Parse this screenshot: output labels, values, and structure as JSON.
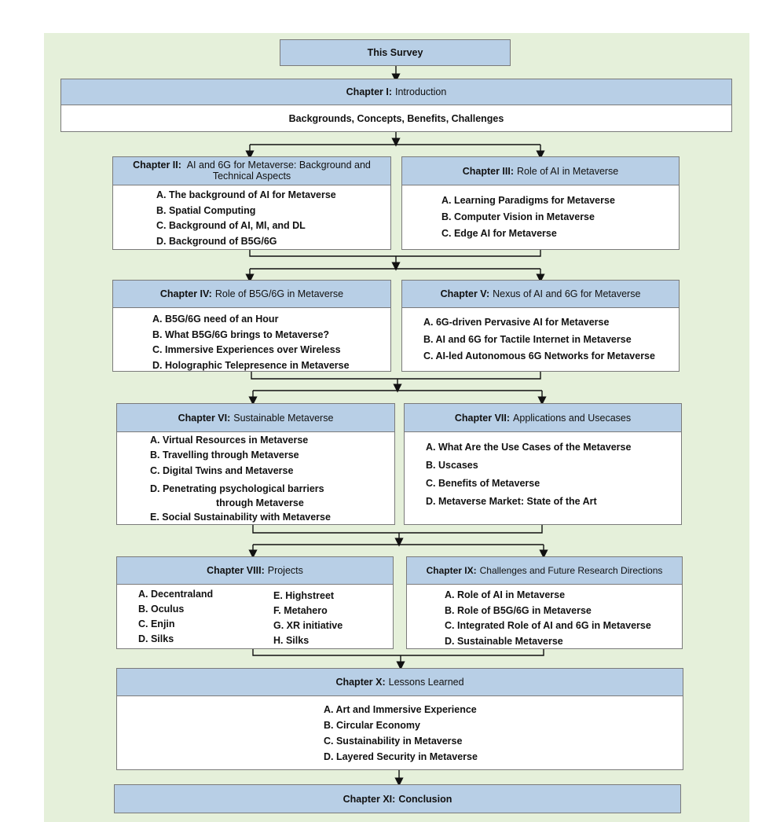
{
  "survey": "This Survey",
  "ch1": {
    "num": "Chapter I:",
    "title": "Introduction",
    "body": "Backgrounds, Concepts, Benefits, Challenges"
  },
  "ch2": {
    "num": "Chapter II:",
    "title": "AI and 6G for Metaverse: Background and Technical Aspects",
    "items": [
      "A. The background of AI for Metaverse",
      "B. Spatial Computing",
      "C. Background of AI, Ml, and DL",
      "D. Background of B5G/6G"
    ]
  },
  "ch3": {
    "num": "Chapter III:",
    "title": "Role of AI in Metaverse",
    "items": [
      "A. Learning Paradigms for Metaverse",
      "B. Computer Vision in Metaverse",
      "C. Edge AI for Metaverse"
    ]
  },
  "ch4": {
    "num": "Chapter IV:",
    "title": "Role of B5G/6G in Metaverse",
    "items": [
      "A. B5G/6G need of an Hour",
      "B. What B5G/6G brings to Metaverse?",
      "C. Immersive Experiences over Wireless",
      "D. Holographic Telepresence in Metaverse"
    ]
  },
  "ch5": {
    "num": "Chapter V:",
    "title": "Nexus of AI and 6G for Metaverse",
    "items": [
      "A. 6G-driven Pervasive AI for Metaverse",
      "B. AI and 6G for Tactile Internet in Metaverse",
      "C. AI-led Autonomous 6G Networks for Metaverse"
    ]
  },
  "ch6": {
    "num": "Chapter VI:",
    "title": "Sustainable Metaverse",
    "items": [
      "A. Virtual Resources in Metaverse",
      "B. Travelling through Metaverse",
      "C. Digital Twins and Metaverse",
      "D. Penetrating psychological barriers",
      "through Metaverse",
      "E. Social Sustainability with Metaverse"
    ]
  },
  "ch7": {
    "num": "Chapter VII:",
    "title": "Applications and Usecases",
    "items": [
      "A. What Are the Use Cases of the Metaverse",
      "B. Uscases",
      "C. Benefits of Metaverse",
      "D. Metaverse Market: State of the Art"
    ]
  },
  "ch8": {
    "num": "Chapter VIII:",
    "title": "Projects",
    "left": [
      "A. Decentraland",
      "B. Oculus",
      "C. Enjin",
      "D. Silks"
    ],
    "right": [
      "E. Highstreet",
      "F. Metahero",
      "G. XR initiative",
      "H. Silks"
    ]
  },
  "ch9": {
    "num": "Chapter IX:",
    "title": "Challenges and Future Research Directions",
    "items": [
      "A. Role of AI in Metaverse",
      "B. Role of B5G/6G in Metaverse",
      "C. Integrated Role of AI and 6G in Metaverse",
      "D. Sustainable Metaverse"
    ]
  },
  "ch10": {
    "num": "Chapter X:",
    "title": "Lessons Learned",
    "items": [
      "A. Art and Immersive Experience",
      "B. Circular Economy",
      "C. Sustainability in Metaverse",
      "D. Layered Security in Metaverse"
    ]
  },
  "ch11": {
    "num": "Chapter XI:",
    "title": "Conclusion"
  },
  "colors": {
    "background": "#e5f0da",
    "header": "#b8cfe6",
    "border": "#7a7a7a"
  }
}
